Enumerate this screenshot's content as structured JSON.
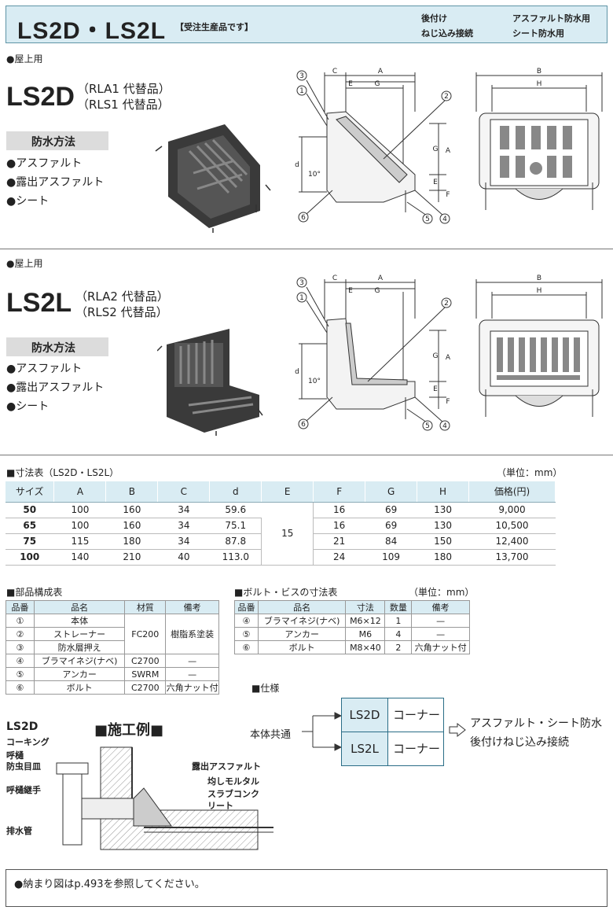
{
  "header": {
    "title": "LS2D・LS2L",
    "note": "【受注生産品です】",
    "tag1": "後付け",
    "tag2": "ねじ込み接続",
    "tag3": "アスファルト防水用",
    "tag4": "シート防水用"
  },
  "ls2d": {
    "section_tag": "●屋上用",
    "model": "LS2D",
    "alt1": "（RLA1 代替品）",
    "alt2": "（RLS1 代替品）",
    "method_label": "防水方法",
    "methods": [
      "●アスファルト",
      "●露出アスファルト",
      "●シート"
    ]
  },
  "ls2l": {
    "section_tag": "●屋上用",
    "model": "LS2L",
    "alt1": "（RLA2 代替品）",
    "alt2": "（RLS2 代替品）",
    "method_label": "防水方法",
    "methods": [
      "●アスファルト",
      "●露出アスファルト",
      "●シート"
    ]
  },
  "drawing_labels": {
    "A": "A",
    "B": "B",
    "C": "C",
    "E": "E",
    "F": "F",
    "G": "G",
    "H": "H",
    "d": "d",
    "angle": "10°",
    "n1": "1",
    "n2": "2",
    "n3": "3",
    "n4": "4",
    "n5": "5",
    "n6": "6"
  },
  "dim_table": {
    "caption": "■寸法表（LS2D・LS2L）",
    "unit": "（単位：mm）",
    "headers": [
      "サイズ",
      "A",
      "B",
      "C",
      "d",
      "E",
      "F",
      "G",
      "H",
      "価格(円)"
    ],
    "rows": [
      [
        "50",
        "100",
        "160",
        "34",
        "59.6",
        "16",
        "69",
        "130",
        "9,000"
      ],
      [
        "65",
        "100",
        "160",
        "34",
        "75.1",
        "16",
        "69",
        "130",
        "10,500"
      ],
      [
        "75",
        "115",
        "180",
        "34",
        "87.8",
        "21",
        "84",
        "150",
        "12,400"
      ],
      [
        "100",
        "140",
        "210",
        "40",
        "113.0",
        "24",
        "109",
        "180",
        "13,700"
      ]
    ],
    "e_value": "15"
  },
  "parts_table": {
    "caption": "■部品構成表",
    "headers": [
      "品番",
      "品名",
      "材質",
      "備考"
    ],
    "rows": [
      [
        "①",
        "本体"
      ],
      [
        "②",
        "ストレーナー"
      ],
      [
        "③",
        "防水層押え"
      ],
      [
        "④",
        "ブラマイネジ(ナベ)",
        "C2700",
        "—"
      ],
      [
        "⑤",
        "アンカー",
        "SWRM",
        "—"
      ],
      [
        "⑥",
        "ボルト",
        "C2700",
        "六角ナット付"
      ]
    ],
    "merged_material": "FC200",
    "merged_note": "樹脂系塗装"
  },
  "bolt_table": {
    "caption": "■ボルト・ビスの寸法表",
    "unit": "（単位：mm）",
    "headers": [
      "品番",
      "品名",
      "寸法",
      "数量",
      "備考"
    ],
    "rows": [
      [
        "④",
        "ブラマイネジ(ナベ)",
        "M6×12",
        "1",
        "—"
      ],
      [
        "⑤",
        "アンカー",
        "M6",
        "4",
        "—"
      ],
      [
        "⑥",
        "ボルト",
        "M8×40",
        "2",
        "六角ナット付"
      ]
    ]
  },
  "spec": {
    "caption": "■仕様",
    "common": "本体共通",
    "model1": "LS2D",
    "type1": "コーナー",
    "model2": "LS2L",
    "type2": "コーナー",
    "result1": "アスファルト・シート防水",
    "result2": "後付けねじ込み接続"
  },
  "construction": {
    "model": "LS2D",
    "title": "■施工例■",
    "labels": [
      "コーキング",
      "呼樋",
      "防虫目皿",
      "呼樋継手",
      "排水管",
      "露出アスファルト",
      "均しモルタル",
      "スラブコンク",
      "リート"
    ]
  },
  "footnote": "●納まり図はp.493を参照してください。",
  "colors": {
    "accent_bg": "#d9ecf3",
    "accent_border": "#5e94a6",
    "method_bg": "#dcdcdc"
  }
}
